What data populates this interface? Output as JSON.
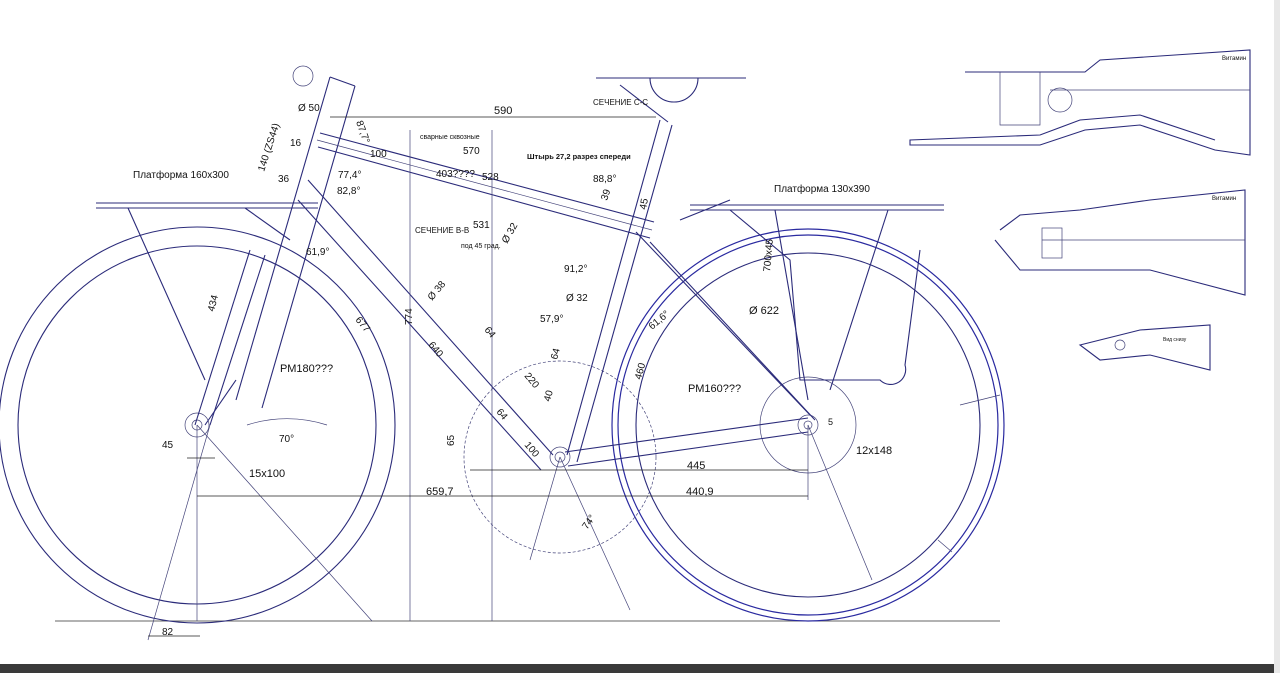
{
  "labels": {
    "platform_front": "Платформа 160x300",
    "platform_rear": "Платформа 130x390",
    "section_cc": "СЕЧЕНИЕ С-С",
    "section_bb": "СЕЧЕНИЕ В-В",
    "weld_note": "сварные сквозные",
    "seatpost_note": "Штырь 27,2 разрез спереди",
    "angle45_note": "под 45 град.",
    "rm180": "РМ180???",
    "rm160": "РМ160???",
    "axle_front": "15x100",
    "axle_rear": "12x148",
    "top_view_note": "Вид снизу",
    "detail_title_1": "Витамин",
    "detail_title_2": "Витамин"
  },
  "dims": {
    "d590": "590",
    "d570": "570",
    "d528": "528",
    "d531": "531",
    "d100": "100",
    "d403": "403????",
    "d50": "Ø 50",
    "d16": "16",
    "d140": "140 (ZS44)",
    "d36": "36",
    "d87": "87,7°",
    "d77": "77,4°",
    "d82": "82,8°",
    "d32a": "Ø 32",
    "d32b": "Ø 32",
    "d38": "Ø 38",
    "d88": "88,8°",
    "d39": "39",
    "d45a": "45",
    "d91": "91,2°",
    "d61a": "61,9°",
    "d61b": "61,6°",
    "d700": "700x45",
    "d622": "Ø 622",
    "d434": "434",
    "d677": "677",
    "d774": "774",
    "d640": "640",
    "d64a": "64",
    "d64b": "64",
    "d64c": "64",
    "d57": "57,9°",
    "d220": "220",
    "d40": "40",
    "d100b": "100",
    "d460": "460",
    "d445": "445",
    "d65": "65",
    "d659": "659,7",
    "d440": "440,9",
    "d45b": "45",
    "d70": "70°",
    "d74": "74°",
    "d82b": "82",
    "d5": "5"
  },
  "colors": {
    "line": "#2b2b7a",
    "accent": "#2a2aa0"
  }
}
